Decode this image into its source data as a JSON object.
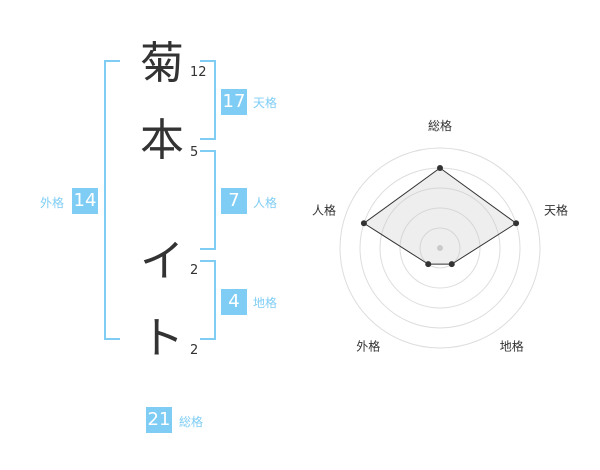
{
  "name": {
    "chars": [
      {
        "char": "菊",
        "strokes": "12"
      },
      {
        "char": "本",
        "strokes": "5"
      },
      {
        "char": "イ",
        "strokes": "2"
      },
      {
        "char": "ト",
        "strokes": "2"
      }
    ]
  },
  "scores": {
    "tenkaku": {
      "value": "17",
      "label": "天格"
    },
    "jinkaku": {
      "value": "7",
      "label": "人格"
    },
    "chikaku": {
      "value": "4",
      "label": "地格"
    },
    "gaikaku": {
      "value": "14",
      "label": "外格"
    },
    "soukaku": {
      "value": "21",
      "label": "総格"
    }
  },
  "colors": {
    "accent": "#7fcdf5",
    "text": "#333333",
    "grid": "#dddddd"
  },
  "chart_data": {
    "type": "radar",
    "axes": [
      "総格",
      "天格",
      "地格",
      "外格",
      "人格"
    ],
    "values": [
      4,
      4,
      1,
      1,
      4
    ],
    "rmax": 5
  }
}
